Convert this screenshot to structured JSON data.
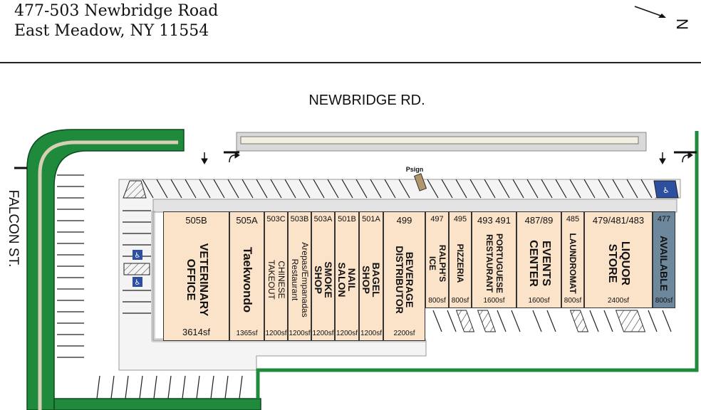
{
  "header": {
    "address_line1": "477-503 Newbridge Road",
    "address_line2": "East Meadow, NY 11554",
    "north_label": "N"
  },
  "roads": {
    "north_road": "NEWBRIDGE RD.",
    "west_road": "FALCON ST."
  },
  "sign_label": "Psign",
  "colors": {
    "landscape_green": "#1f8a3c",
    "store_fill": "#fbe3ca",
    "available_fill": "#6d879c",
    "pavement": "#e3e3e3",
    "handicap_blue": "#2d4fa0"
  },
  "stores": [
    {
      "unit": "505B",
      "name": "VETERINARY\nOFFICE",
      "size": "3614sf"
    },
    {
      "unit": "505A",
      "name": "Taekwondo",
      "size": "1365sf"
    },
    {
      "unit": "503C",
      "name": "CHINESE TAKEOUT",
      "size": "1200sf"
    },
    {
      "unit": "503B",
      "name": "Arepas/Empanadas\nRestaurant",
      "size": "1200sf"
    },
    {
      "unit": "503A",
      "name": "SMOKE SHOP",
      "size": "1200sf"
    },
    {
      "unit": "501B",
      "name": "NAIL SALON",
      "size": "1200sf"
    },
    {
      "unit": "501A",
      "name": "BAGEL SHOP",
      "size": "1200sf"
    },
    {
      "unit": "499",
      "name": "BEVERAGE\nDISTRIBUTOR",
      "size": "2200sf"
    },
    {
      "unit": "497",
      "name": "RALPH'S ICE",
      "size": "800sf"
    },
    {
      "unit": "495",
      "name": "PIZZERIA",
      "size": "800sf"
    },
    {
      "unit": "493   491",
      "name": "PORTUGUESE\nRESTAURANT",
      "size": "1600sf"
    },
    {
      "unit": "487/89",
      "name": "EVENTS\nCENTER",
      "size": "1600sf"
    },
    {
      "unit": "485",
      "name": "LAUNDROMAT",
      "size": "800sf"
    },
    {
      "unit": "479/481/483",
      "name": "LIQUOR\nSTORE",
      "size": "2400sf"
    },
    {
      "unit": "477",
      "name": "AVAILABLE",
      "size": "800sf",
      "status": "available"
    }
  ]
}
